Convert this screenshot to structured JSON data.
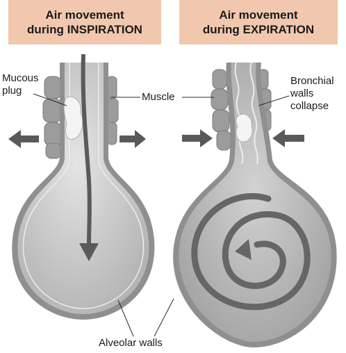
{
  "headers": {
    "inspiration": {
      "line1": "Air movement",
      "line2": "during INSPIRATION"
    },
    "expiration": {
      "line1": "Air movement",
      "line2": "during EXPIRATION"
    }
  },
  "labels": {
    "mucous_plug": {
      "line1": "Mucous",
      "line2": "plug"
    },
    "muscle": "Muscle",
    "bronchial_walls": {
      "line1": "Bronchial",
      "line2": "walls",
      "line3": "collapse"
    },
    "alveolar_walls": "Alveolar walls"
  },
  "colors": {
    "header_bg": "#f1c8ae",
    "alveolus_fill": "#bdbdbd",
    "wall": "#8a8a8a",
    "muscle": "#9a9a9a",
    "arrow": "#555555",
    "mucus": "#f2f2f2"
  }
}
